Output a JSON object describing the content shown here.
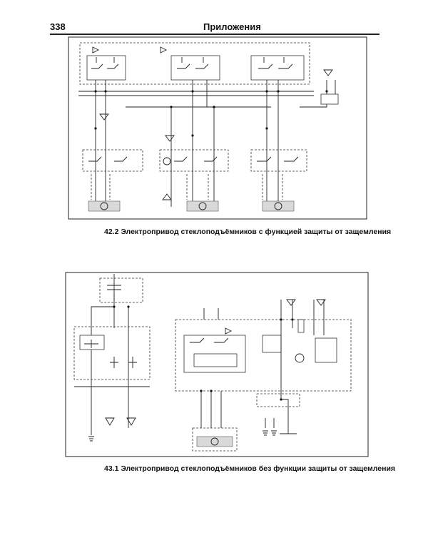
{
  "header": {
    "page_number": "338",
    "section_title": "Приложения"
  },
  "diagram_top": {
    "caption": "42.2 Электропривод стеклоподъёмников с функцией защиты от защемления"
  },
  "diagram_bottom": {
    "caption": "43.1 Электропривод стеклоподъёмников без функции защиты от защемления"
  },
  "colors": {
    "ink": "#222222",
    "paper": "#ffffff",
    "shade": "#d9d9d9"
  }
}
